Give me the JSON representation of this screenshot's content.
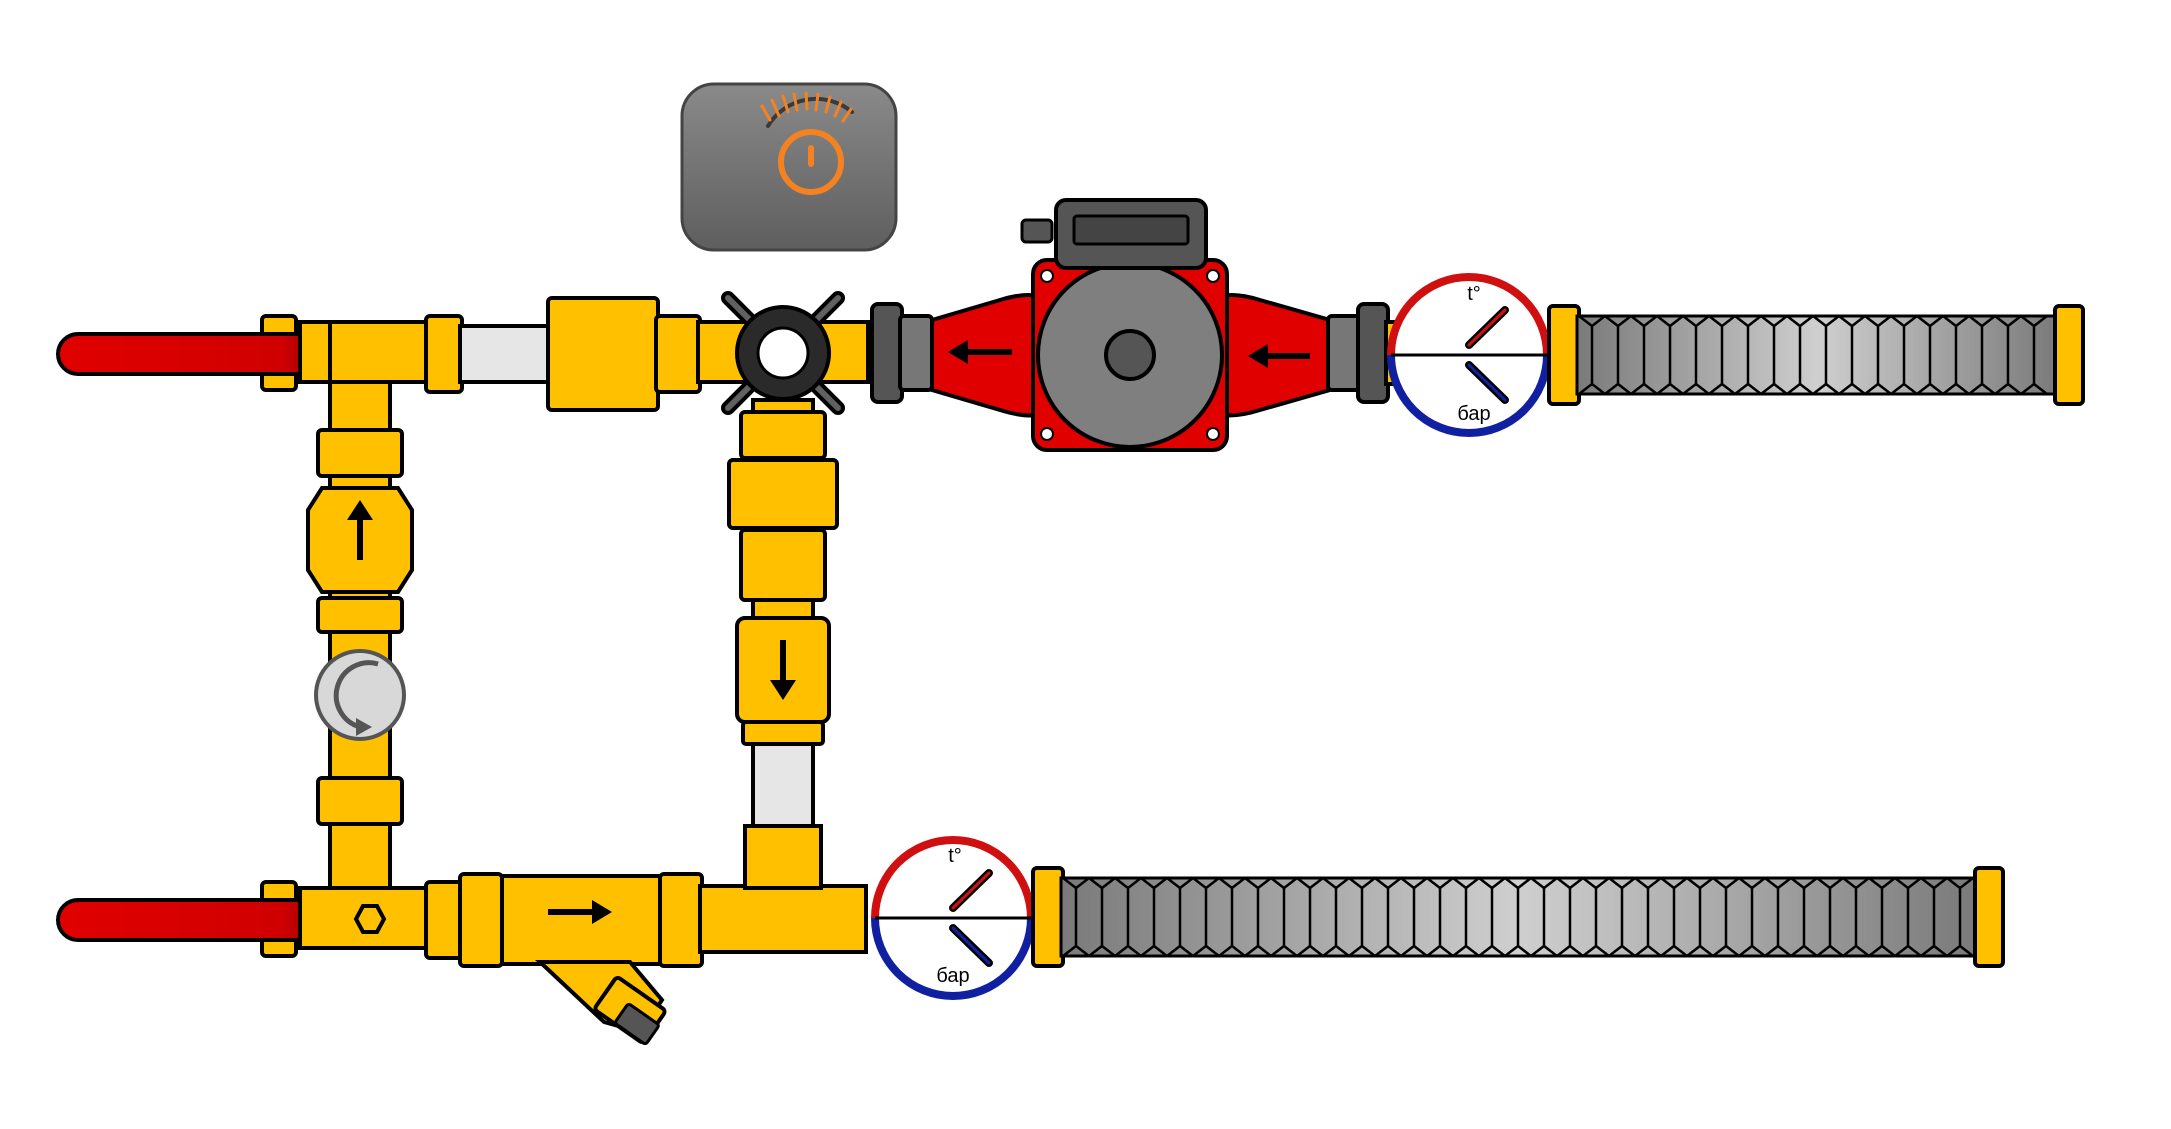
{
  "gauges": {
    "top": {
      "temp_label": "t°",
      "pressure_label": "бар"
    },
    "bottom": {
      "temp_label": "t°",
      "pressure_label": "бар"
    }
  },
  "colors": {
    "brass": "#FFC000",
    "red": "#E00000",
    "dark_red": "#8B0000",
    "gray": "#7F7F7F",
    "dark_gray": "#404040",
    "light_gray": "#E6E6E6",
    "controller_orange": "#F58220",
    "gauge_red": "#D01010",
    "gauge_blue": "#1020A0"
  },
  "icons": {
    "controller": "thermostat-knob-icon",
    "check_valve": "arrow-icon",
    "bypass": "rotate-arrow-icon"
  }
}
